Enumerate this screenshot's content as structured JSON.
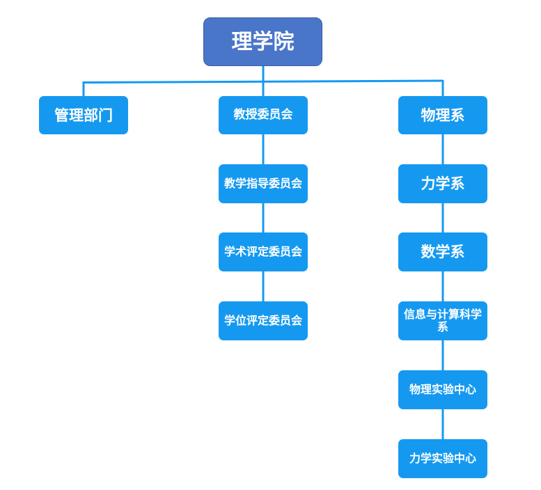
{
  "colors": {
    "root_fill": "#4a76c9",
    "node_fill": "#1599f0",
    "connector": "#1599f0",
    "text": "#ffffff"
  },
  "root": {
    "label": "理学院"
  },
  "branches": {
    "admin": {
      "label": "管理部门"
    },
    "professor_committee": {
      "label": "教授委员会",
      "children": [
        {
          "label": "教学指导委员会"
        },
        {
          "label": "学术评定委员会"
        },
        {
          "label": "学位评定委员会"
        }
      ]
    },
    "physics": {
      "label": "物理系",
      "children": [
        {
          "label": "力学系"
        },
        {
          "label": "数学系"
        },
        {
          "label": "信息与计算科学系"
        },
        {
          "label": "物理实验中心"
        },
        {
          "label": "力学实验中心"
        }
      ]
    }
  }
}
